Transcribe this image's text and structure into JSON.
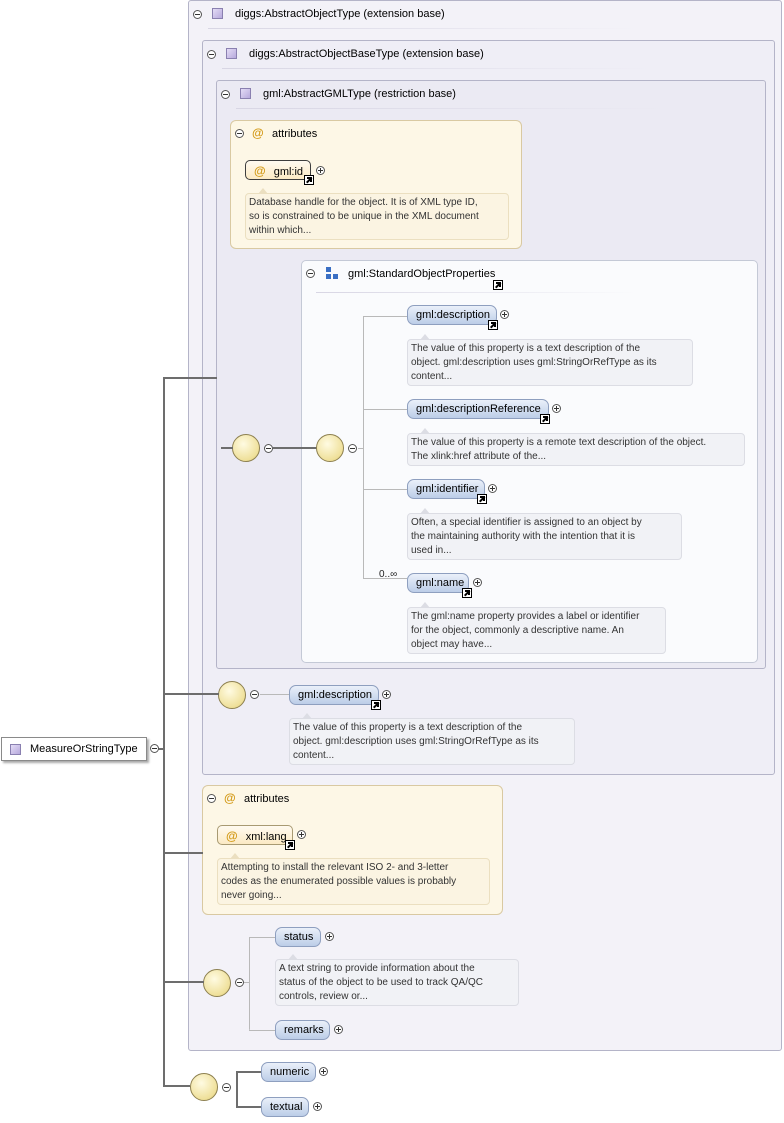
{
  "root": {
    "name": "MeasureOrStringType"
  },
  "types": {
    "outer": "diggs:AbstractObjectType (extension base)",
    "mid": "diggs:AbstractObjectBaseType (extension base)",
    "inner": "gml:AbstractGMLType (restriction base)"
  },
  "attributes": {
    "header_label": "attributes",
    "gml_id": {
      "name": "gml:id",
      "doc": [
        "Database handle for the object. It is of XML type ID,",
        "so is constrained to be unique in the XML document",
        "within which..."
      ]
    },
    "xml_lang": {
      "name": "xml:lang",
      "doc": [
        "Attempting to install the relevant ISO 2- and 3-letter",
        "codes as the enumerated possible values is probably",
        "never going..."
      ]
    }
  },
  "group": {
    "name": "gml:StandardObjectProperties"
  },
  "elements": {
    "description": {
      "name": "gml:description",
      "doc": [
        "The value of this property is a text description of the",
        "object. gml:description uses gml:StringOrRefType as its",
        "content..."
      ]
    },
    "descriptionReference": {
      "name": "gml:descriptionReference",
      "doc": [
        "The value of this property is a remote text description of the object.",
        "The xlink:href attribute of the..."
      ]
    },
    "identifier": {
      "name": "gml:identifier",
      "doc": [
        "Often, a special identifier is assigned to an object by",
        "the maintaining authority with the intention that it is",
        "used in..."
      ]
    },
    "name": {
      "name": "gml:name",
      "cardinality": "0..∞",
      "doc": [
        "The gml:name property provides a label or identifier",
        "for the object, commonly a descriptive name. An",
        "object may have..."
      ]
    },
    "description2": {
      "name": "gml:description",
      "doc": [
        "The value of this property is a text description of the",
        "object. gml:description uses gml:StringOrRefType as its",
        "content..."
      ]
    },
    "status": {
      "name": "status",
      "doc": [
        "A text string to provide information about the",
        "status of the object to be used to track QA/QC",
        "controls, review or..."
      ]
    },
    "remarks": {
      "name": "remarks"
    },
    "numeric": {
      "name": "numeric"
    },
    "textual": {
      "name": "textual"
    }
  }
}
